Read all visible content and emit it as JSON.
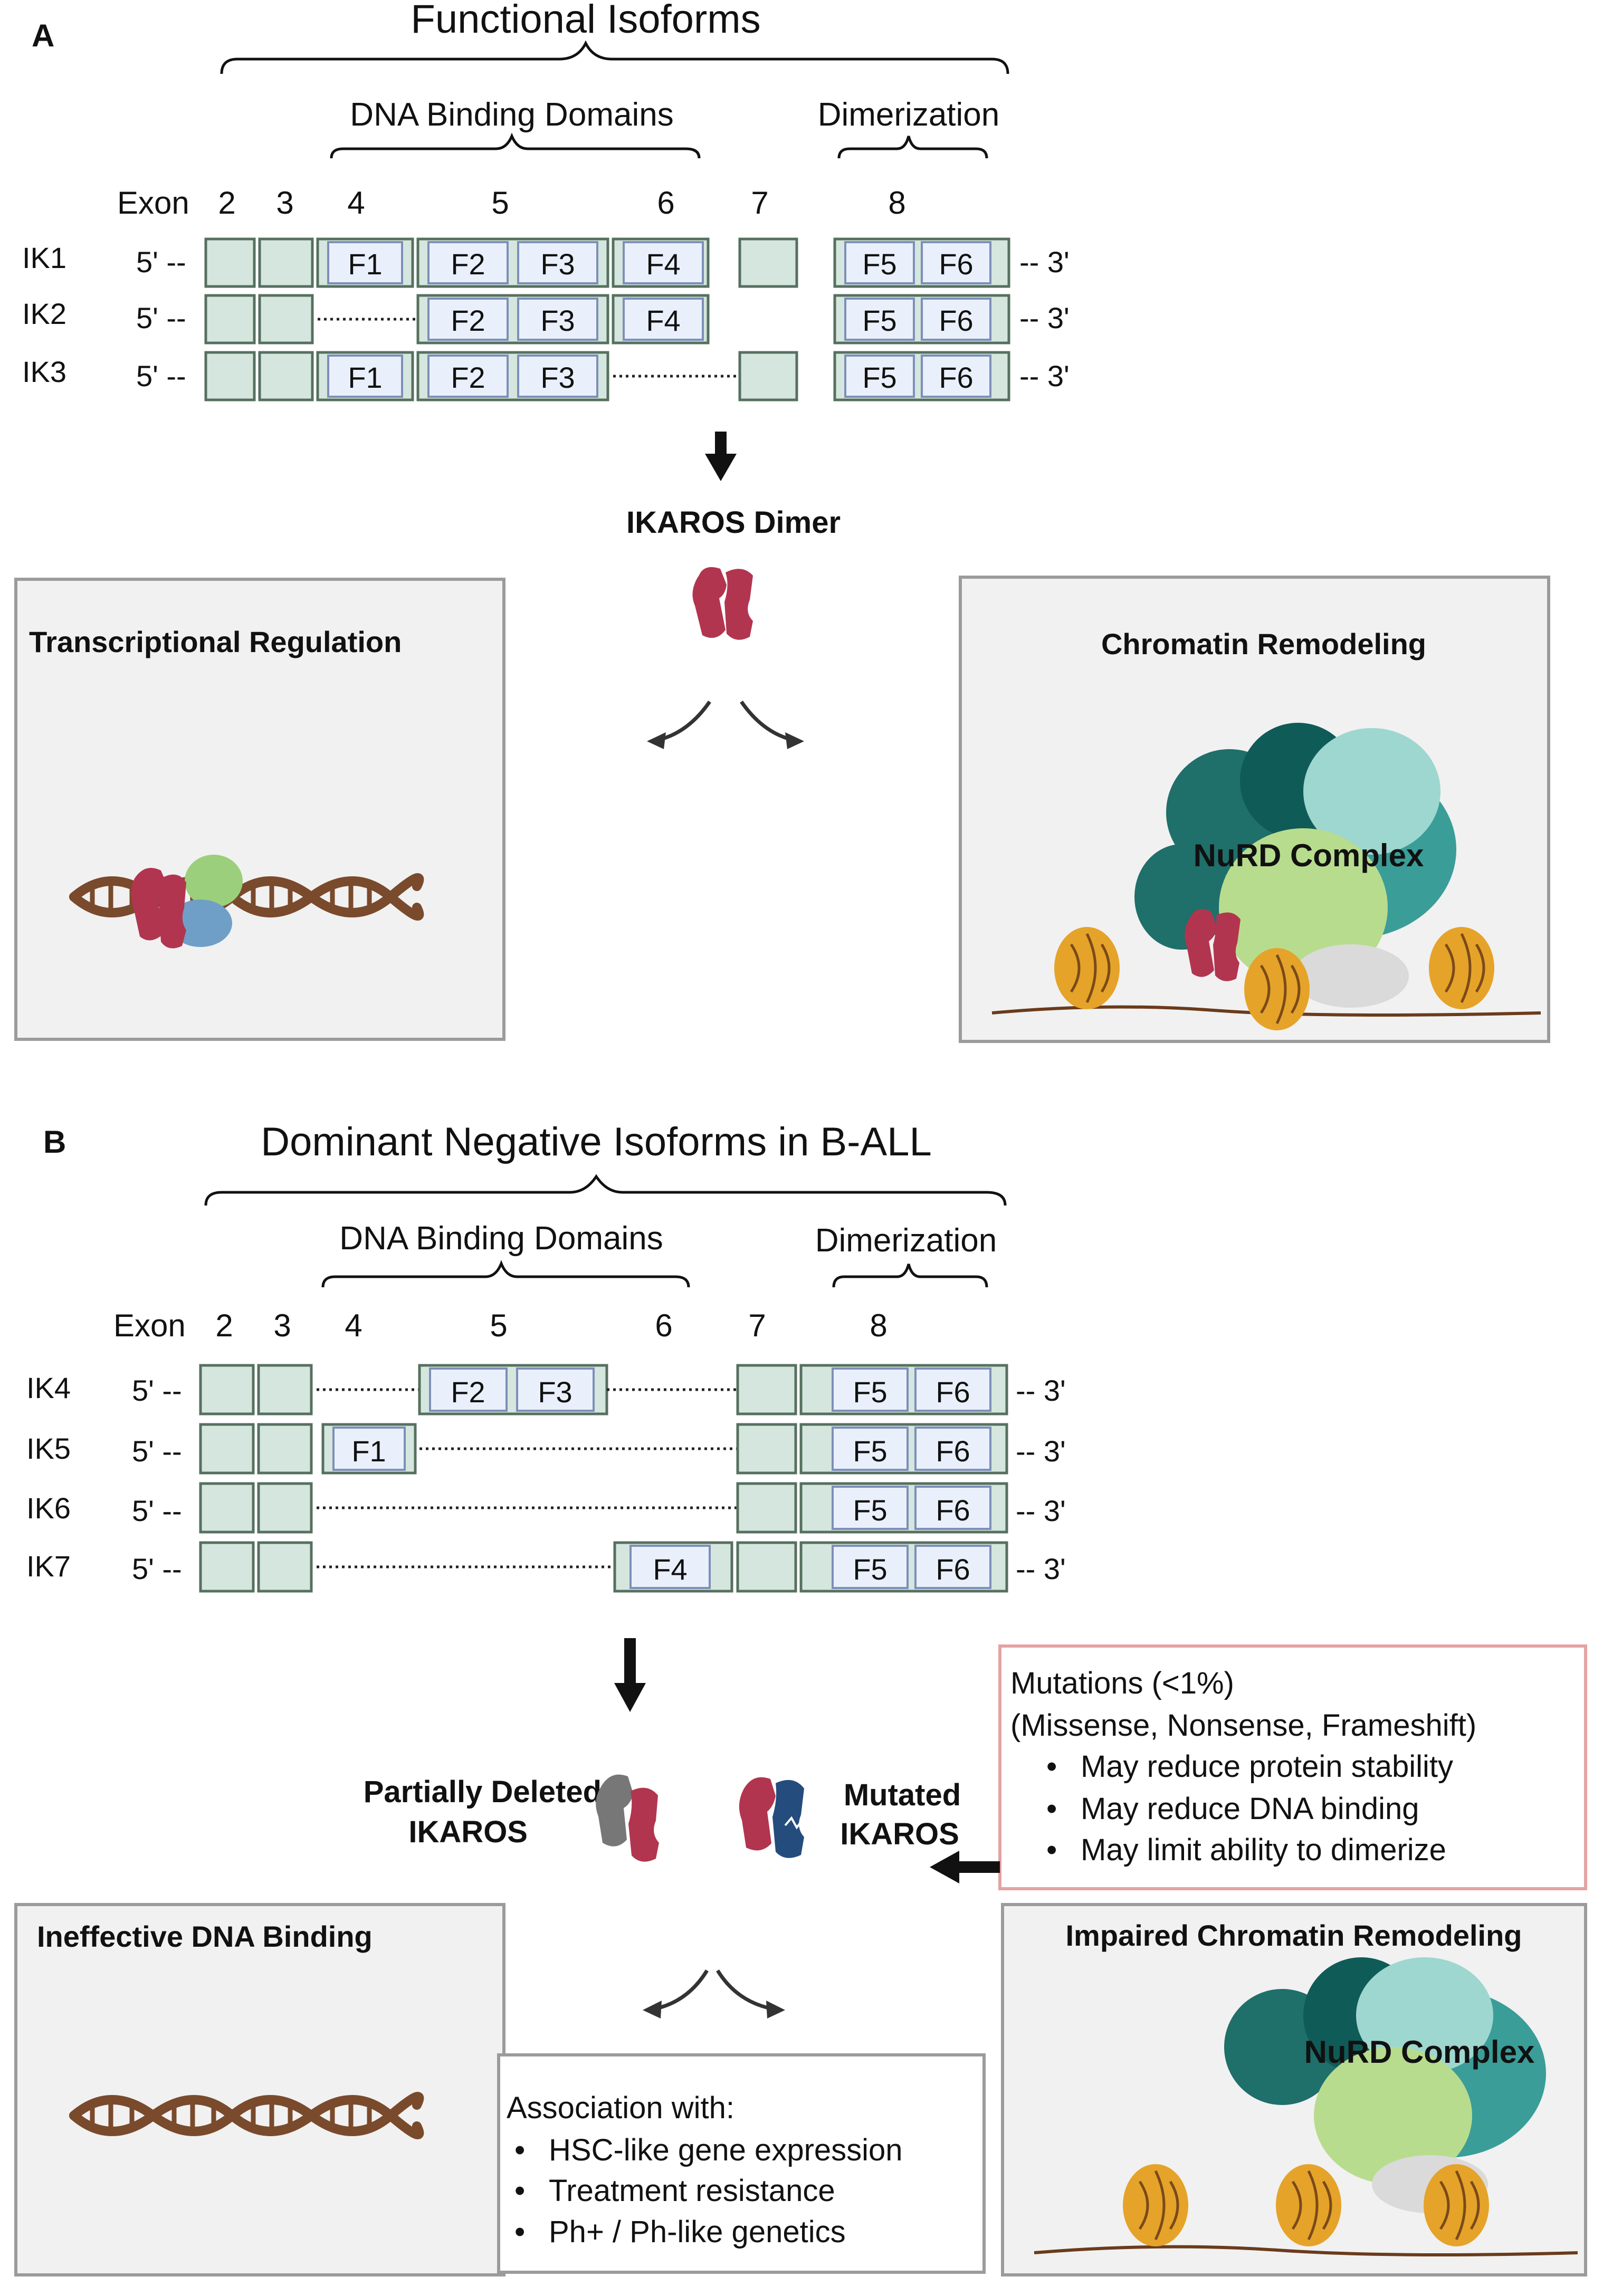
{
  "panel_a": {
    "letter": "A",
    "title": "Functional Isoforms",
    "dna_binding_label": "DNA Binding Domains",
    "dimerization_label": "Dimerization",
    "exon_label": "Exon",
    "exon_numbers": [
      "2",
      "3",
      "4",
      "5",
      "6",
      "7",
      "8"
    ],
    "isoforms": [
      {
        "name": "IK1",
        "five_prime": "5' --",
        "three_prime": "-- 3'",
        "fingers": [
          "F1",
          "F2",
          "F3",
          "F4",
          "F5",
          "F6"
        ]
      },
      {
        "name": "IK2",
        "five_prime": "5' --",
        "three_prime": "-- 3'",
        "fingers": [
          "F2",
          "F3",
          "F4",
          "F5",
          "F6"
        ]
      },
      {
        "name": "IK3",
        "five_prime": "5' --",
        "three_prime": "-- 3'",
        "fingers": [
          "F1",
          "F2",
          "F3",
          "F5",
          "F6"
        ]
      }
    ],
    "dimer_label": "IKAROS Dimer",
    "left_box_title": "Transcriptional Regulation",
    "right_box_title": "Chromatin Remodeling",
    "nurd_label": "NuRD Complex"
  },
  "panel_b": {
    "letter": "B",
    "title": "Dominant Negative Isoforms in B-ALL",
    "dna_binding_label": "DNA Binding Domains",
    "dimerization_label": "Dimerization",
    "exon_label": "Exon",
    "exon_numbers": [
      "2",
      "3",
      "4",
      "5",
      "6",
      "7",
      "8"
    ],
    "isoforms": [
      {
        "name": "IK4",
        "five_prime": "5' --",
        "three_prime": "-- 3'",
        "fingers": [
          "F2",
          "F3",
          "F5",
          "F6"
        ]
      },
      {
        "name": "IK5",
        "five_prime": "5' --",
        "three_prime": "-- 3'",
        "fingers": [
          "F1",
          "F5",
          "F6"
        ]
      },
      {
        "name": "IK6",
        "five_prime": "5' --",
        "three_prime": "-- 3'",
        "fingers": [
          "F5",
          "F6"
        ]
      },
      {
        "name": "IK7",
        "five_prime": "5' --",
        "three_prime": "-- 3'",
        "fingers": [
          "F4",
          "F5",
          "F6"
        ]
      }
    ],
    "mutations_box": {
      "line1": "Mutations (<1%)",
      "line2": "(Missense, Nonsense, Frameshift)",
      "bullets": [
        "May reduce protein stability",
        "May reduce DNA binding",
        "May limit ability to dimerize"
      ]
    },
    "partially_deleted": [
      "Partially Deleted",
      "IKAROS"
    ],
    "mutated": [
      "Mutated",
      "IKAROS"
    ],
    "left_box_title": "Ineffective DNA Binding",
    "right_box_title": "Impaired Chromatin Remodeling",
    "nurd_label": "NuRD Complex",
    "association_box": {
      "title": "Association with:",
      "bullets": [
        "HSC-like gene expression",
        "Treatment resistance",
        "Ph+ / Ph-like genetics"
      ]
    }
  },
  "colors": {
    "exon_fill": "#d5e6de",
    "finger_fill": "#eaf0fb",
    "ikaros_red": "#b2354f",
    "dna_brown": "#7a4a2c",
    "nucleosome_orange": "#e5a329",
    "nurd_teal": "#2f8f8a",
    "nurd_green": "#b8dc8e"
  }
}
